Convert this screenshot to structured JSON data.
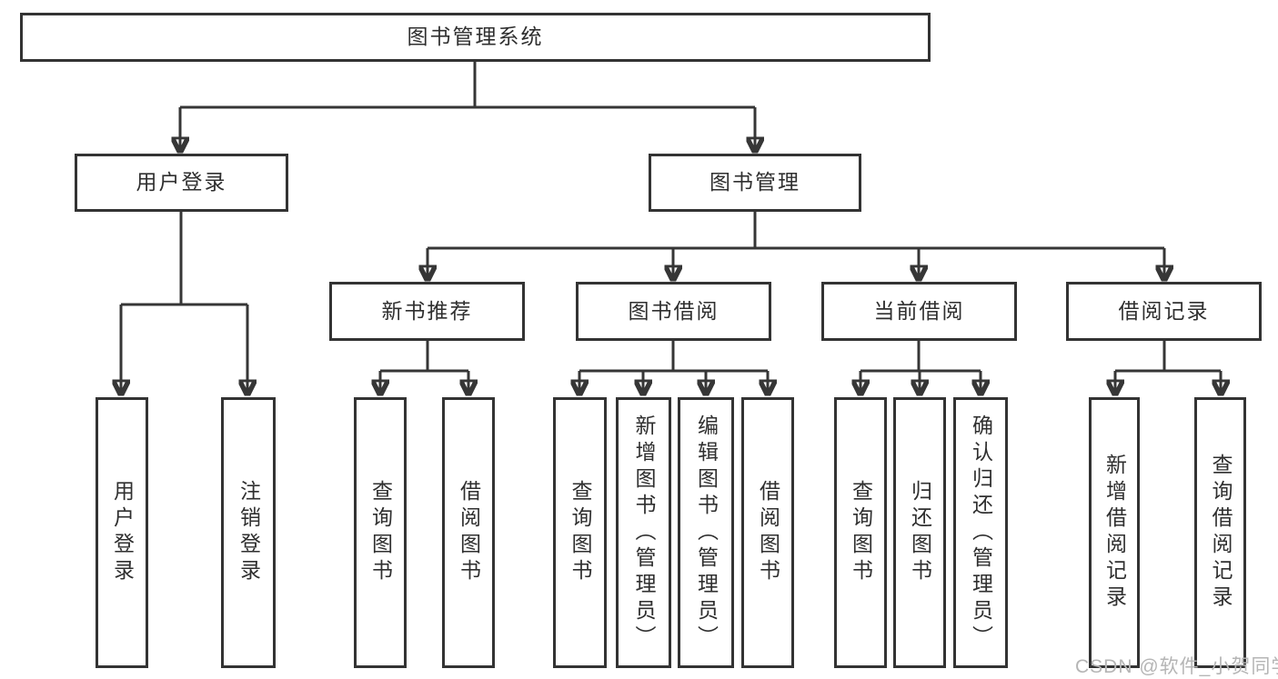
{
  "diagram_type": "hierarchy-tree",
  "tree": {
    "root": {
      "label": "图书管理系统",
      "children": [
        {
          "label": "用户登录",
          "children": [
            {
              "label": "用户登录"
            },
            {
              "label": "注销登录"
            }
          ]
        },
        {
          "label": "图书管理",
          "children": [
            {
              "label": "新书推荐",
              "children": [
                {
                  "label": "查询图书"
                },
                {
                  "label": "借阅图书"
                }
              ]
            },
            {
              "label": "图书借阅",
              "children": [
                {
                  "label": "查询图书"
                },
                {
                  "label": "新增图书（管理员）"
                },
                {
                  "label": "编辑图书（管理员）"
                },
                {
                  "label": "借阅图书"
                }
              ]
            },
            {
              "label": "当前借阅",
              "children": [
                {
                  "label": "查询图书"
                },
                {
                  "label": "归还图书"
                },
                {
                  "label": "确认归还（管理员）"
                }
              ]
            },
            {
              "label": "借阅记录",
              "children": [
                {
                  "label": "新增借阅记录"
                },
                {
                  "label": "查询借阅记录"
                }
              ]
            }
          ]
        }
      ]
    }
  },
  "watermark": {
    "text": "CSDN @软件_小贺同学"
  },
  "colors": {
    "line": "#363636",
    "box_border": "#333333",
    "text": "#2f2f2f",
    "watermark_text": "#b5b5b5",
    "background": "#ffffff"
  }
}
